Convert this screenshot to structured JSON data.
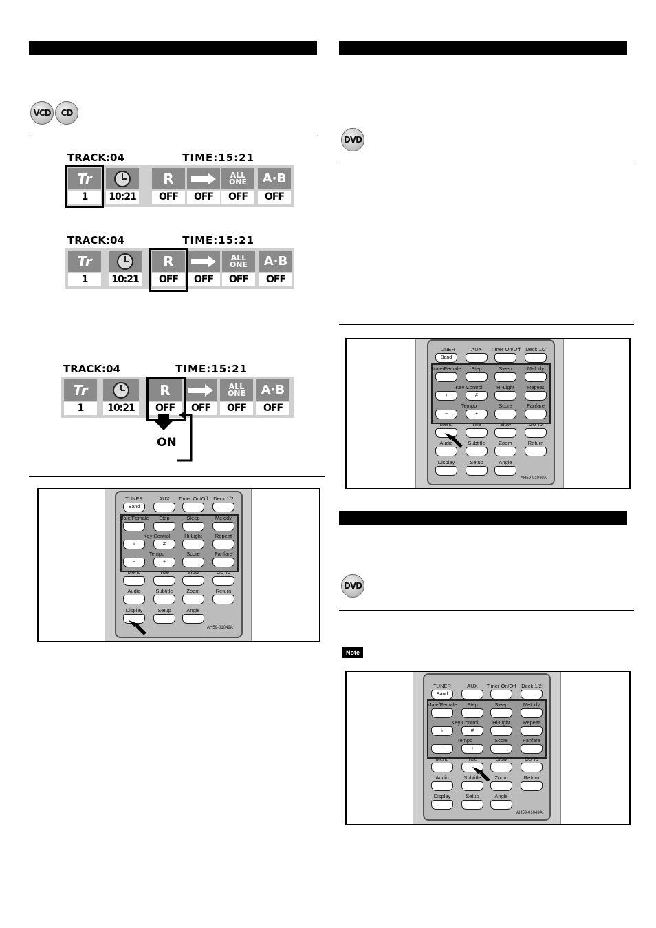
{
  "discs": {
    "vcd": "VCD",
    "cd": "CD",
    "dvd1": "DVD",
    "dvd2": "DVD"
  },
  "osd": {
    "track": "TRACK:04",
    "time": "TIME:15:21",
    "cells": [
      {
        "icon": "Tr",
        "value": "1"
      },
      {
        "icon": "clock-icon",
        "value": "10:21"
      },
      {
        "icon": "R",
        "value": "OFF"
      },
      {
        "icon": "arrow-icon",
        "value": "OFF"
      },
      {
        "icon": "ALL ONE",
        "value": "OFF"
      },
      {
        "icon": "A·B",
        "value": "OFF"
      }
    ],
    "on_label": "ON"
  },
  "remote": {
    "row1": [
      "TUNER",
      "AUX",
      "Timer On/Off",
      "Deck 1/2"
    ],
    "band": "Band",
    "row2": [
      "Male/Female",
      "Step",
      "Sleep",
      "Melody"
    ],
    "key_control": "Key Control",
    "flat": "♭",
    "sharp": "#",
    "hilight": "Hi-Light",
    "repeat": "Repeat",
    "tempo": "Tempo",
    "minus": "−",
    "plus": "+",
    "score": "Score",
    "fanfare": "Fanfare",
    "row5": [
      "Menu",
      "Title",
      "Slow",
      "Go To"
    ],
    "row6": [
      "Audio",
      "Subtitle",
      "Zoom",
      "Return"
    ],
    "row7": [
      "Display",
      "Setup",
      "Angle"
    ],
    "model": "AH59-01049A"
  },
  "note_label": "Note"
}
